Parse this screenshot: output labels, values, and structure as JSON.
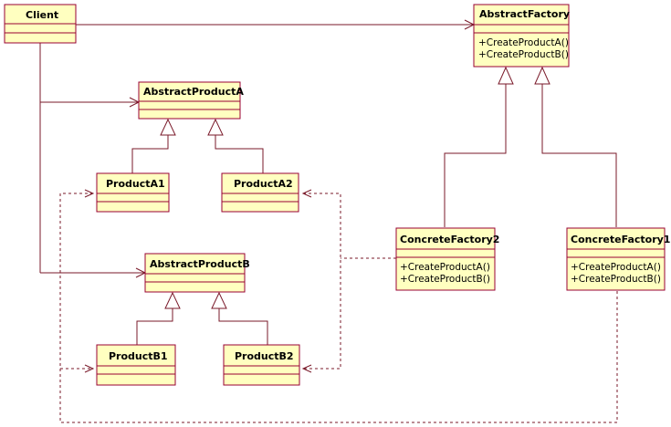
{
  "colors": {
    "box_fill": "#ffffc0",
    "box_border": "#990033",
    "line": "#7a1a2a"
  },
  "classes": {
    "client": {
      "name": "Client"
    },
    "abstract_factory": {
      "name": "AbstractFactory",
      "ops": [
        "+CreateProductA()",
        "+CreateProductB()"
      ]
    },
    "abstract_product_a": {
      "name": "AbstractProductA"
    },
    "product_a1": {
      "name": "ProductA1"
    },
    "product_a2": {
      "name": "ProductA2"
    },
    "abstract_product_b": {
      "name": "AbstractProductB"
    },
    "product_b1": {
      "name": "ProductB1"
    },
    "product_b2": {
      "name": "ProductB2"
    },
    "concrete_factory2": {
      "name": "ConcreteFactory2",
      "ops": [
        "+CreateProductA()",
        "+CreateProductB()"
      ]
    },
    "concrete_factory1": {
      "name": "ConcreteFactory1",
      "ops": [
        "+CreateProductA()",
        "+CreateProductB()"
      ]
    }
  }
}
